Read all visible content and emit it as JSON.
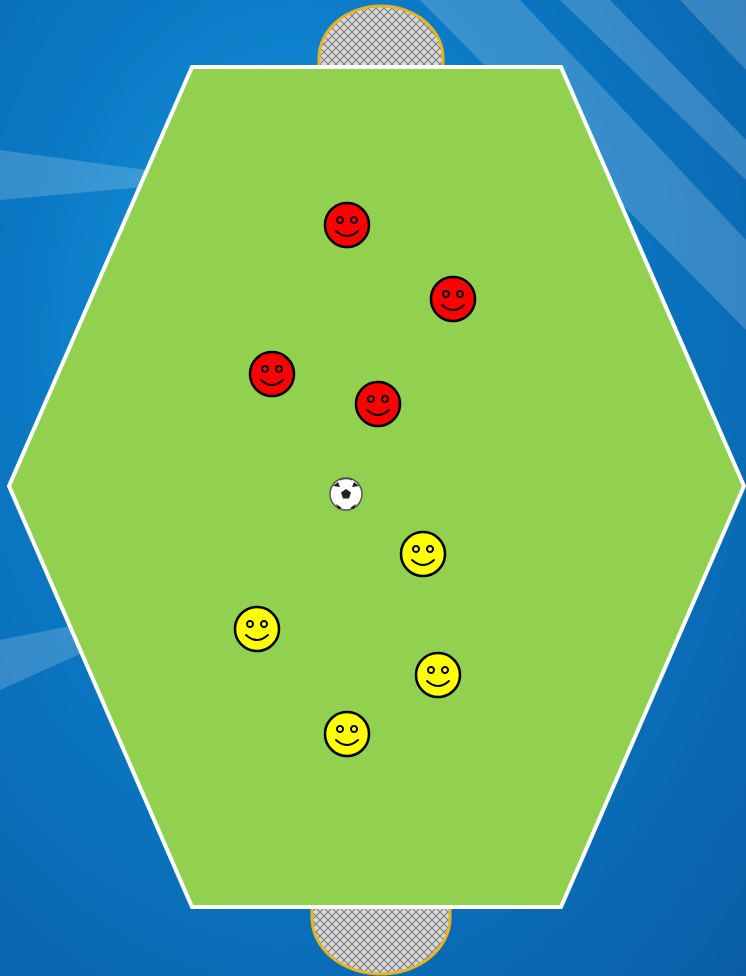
{
  "diagram": {
    "colors": {
      "background": "#0a7ac6",
      "pitch": "#92d050",
      "pitch_line": "#ffffff",
      "goal_net": "#bfbfbf",
      "goal_frame": "#e6b422",
      "red_team": "#ff0000",
      "yellow_team": "#ffff00",
      "face_outline": "#000000"
    },
    "pitch_shape": "hexagon",
    "goals": [
      {
        "id": "top",
        "icon": "goal-net-icon"
      },
      {
        "id": "bottom",
        "icon": "goal-net-icon"
      }
    ],
    "red_team": {
      "count": 4,
      "icon": "smiley-face-icon"
    },
    "yellow_team": {
      "count": 4,
      "icon": "smiley-face-icon"
    },
    "ball": {
      "icon": "soccer-ball-icon"
    }
  }
}
